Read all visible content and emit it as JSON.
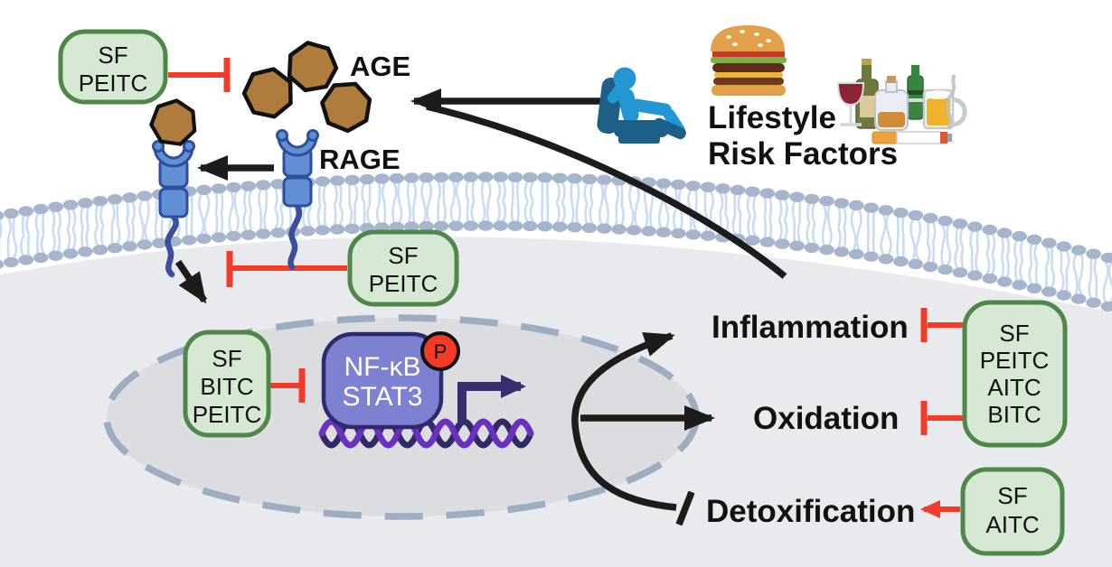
{
  "labels": {
    "age": "AGE",
    "rage": "RAGE",
    "lifestyle_line1": "Lifestyle",
    "lifestyle_line2": "Risk Factors",
    "inflammation": "Inflammation",
    "oxidation": "Oxidation",
    "detoxification": "Detoxification"
  },
  "transcription_complex": {
    "line1": "NF-κB",
    "line2": "STAT3",
    "phospho_tag": "P"
  },
  "inhibitor_boxes": {
    "age_inhibitor": {
      "lines": [
        "SF",
        "PEITC"
      ]
    },
    "receptor_signal_inhibitor": {
      "lines": [
        "SF",
        "PEITC"
      ]
    },
    "transcription_inhibitor": {
      "lines": [
        "SF",
        "BITC",
        "PEITC"
      ]
    },
    "outcome_inhibitor": {
      "lines": [
        "SF",
        "PEITC",
        "AITC",
        "BITC"
      ]
    },
    "detox_activator": {
      "lines": [
        "SF",
        "AITC"
      ]
    }
  },
  "icons": {
    "sedentary": "person-reclining-in-armchair",
    "burger": "hamburger",
    "alcohol": "assorted-alcohol-bottles-and-beer-mug",
    "cigarette": "lit-cigarette"
  },
  "colors": {
    "inhibitor_box_fill": "#d6e8d3",
    "inhibitor_box_border": "#4f8749",
    "inhibition_red": "#f43b28",
    "arrow_black": "#1c1c1c",
    "age_brown": "#ae7c3c",
    "receptor_blue": "#628fd4",
    "receptor_border": "#2d4f9e",
    "membrane_head": "#a6b5cb",
    "membrane_tail": "#c9dcf1",
    "cytoplasm": "#e9eaed",
    "nucleus_fill": "#dcdde0",
    "nucleus_border": "#9cadc2",
    "tf_box_fill": "#7e80d2",
    "tf_box_border": "#2e2a6e",
    "dna_dark": "#322a63",
    "dna_bright": "#6a30c0",
    "transcription_arrow": "#37306f",
    "chair_teal": "#1d5f86",
    "person_blue": "#2397d3"
  }
}
